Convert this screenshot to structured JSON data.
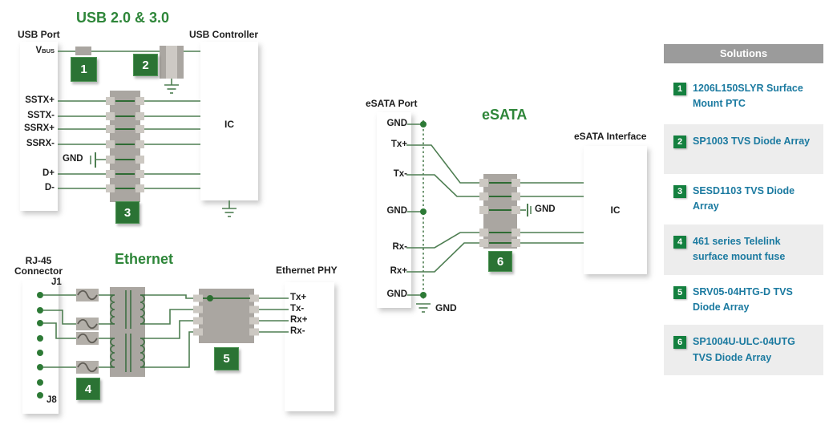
{
  "colors": {
    "line_green": "#4e7e52",
    "accent_green": "#2e8639",
    "box_green": "#2b7334",
    "badge_green": "#14803f",
    "link_teal": "#1b7aa0",
    "component_gray": "#aaa6a1",
    "pad_gray": "#ccc8c2",
    "header_gray": "#9b9b9b",
    "row_gray": "#ededed"
  },
  "titles": {
    "usb": "USB 2.0 & 3.0",
    "ethernet": "Ethernet",
    "esata": "eSATA"
  },
  "usb": {
    "port_label": "USB Port",
    "controller_label": "USB Controller",
    "ic": "IC",
    "vbus_v": "V",
    "vbus_sub": "BUS",
    "pins": [
      "SSTX+",
      "SSTX-",
      "SSRX+",
      "SSRX-",
      "D+",
      "D-"
    ],
    "gnd": "GND",
    "badges": [
      "1",
      "2",
      "3"
    ]
  },
  "ethernet": {
    "connector_line1": "RJ-45",
    "connector_line2": "Connector",
    "j1": "J1",
    "j8": "J8",
    "phy_label": "Ethernet PHY",
    "pins": [
      "Tx+",
      "Tx-",
      "Rx+",
      "Rx-"
    ],
    "badges": [
      "4",
      "5"
    ]
  },
  "esata": {
    "port_label": "eSATA Port",
    "interface_label": "eSATA Interface",
    "ic": "IC",
    "pins": [
      "GND",
      "Tx+",
      "Tx-",
      "GND",
      "Rx-",
      "Rx+",
      "GND"
    ],
    "gnd_cap": "GND",
    "gnd_bottom": "GND",
    "badge": "6"
  },
  "sidebar": {
    "header": "Solutions",
    "items": [
      {
        "number": "1",
        "label": "1206L150SLYR Surface Mount PTC"
      },
      {
        "number": "2",
        "label": "SP1003 TVS Diode Array"
      },
      {
        "number": "3",
        "label": "SESD1103 TVS Diode Array"
      },
      {
        "number": "4",
        "label": "461 series Telelink surface mount fuse"
      },
      {
        "number": "5",
        "label": "SRV05-04HTG-D TVS Diode Array"
      },
      {
        "number": "6",
        "label": "SP1004U-ULC-04UTG TVS Diode Array"
      }
    ]
  }
}
